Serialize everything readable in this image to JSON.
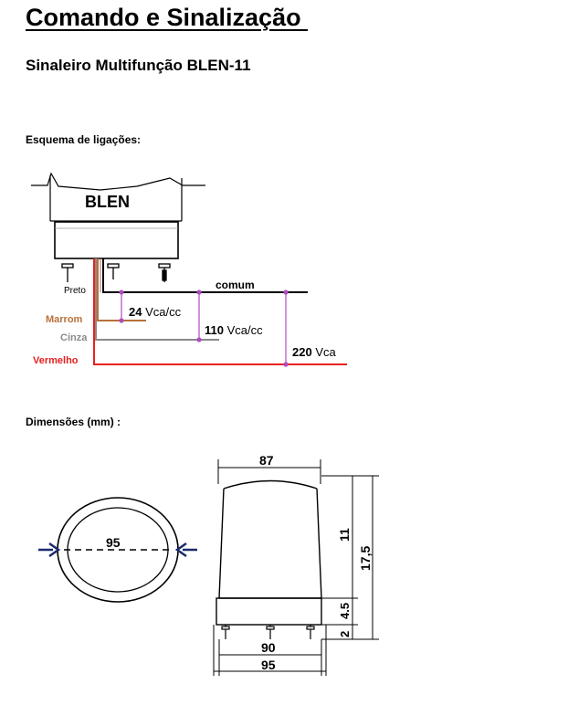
{
  "header": {
    "title": "Comando e Sinalização ",
    "subtitle": "Sinaleiro Multifunção BLEN-11"
  },
  "wiring": {
    "heading": "Esquema de ligações:",
    "device_label": "BLEN",
    "wires": {
      "preto": "Preto",
      "marrom": "Marrom",
      "cinza": "Cinza",
      "vermelho": "Vermelho"
    },
    "lines": {
      "comum": "comum",
      "v24": "24",
      "v24_unit": " Vca/cc",
      "v110": "110",
      "v110_unit": " Vca/cc",
      "v220": "220",
      "v220_unit": " Vca"
    },
    "colors": {
      "preto": "#000000",
      "marrom": "#b8703a",
      "cinza": "#8a8a8a",
      "vermelho": "#e8211f",
      "junction": "#b04cc0"
    }
  },
  "dimensions": {
    "heading": "Dimensões (mm) :",
    "circle_diameter": "95",
    "top_width": "87",
    "body_height": "11",
    "total_height": "17,5",
    "base_height": "4.5",
    "terminal_height": "2",
    "base_width": "90",
    "overall_width": "95",
    "arrow_color": "#1a2a6c"
  }
}
